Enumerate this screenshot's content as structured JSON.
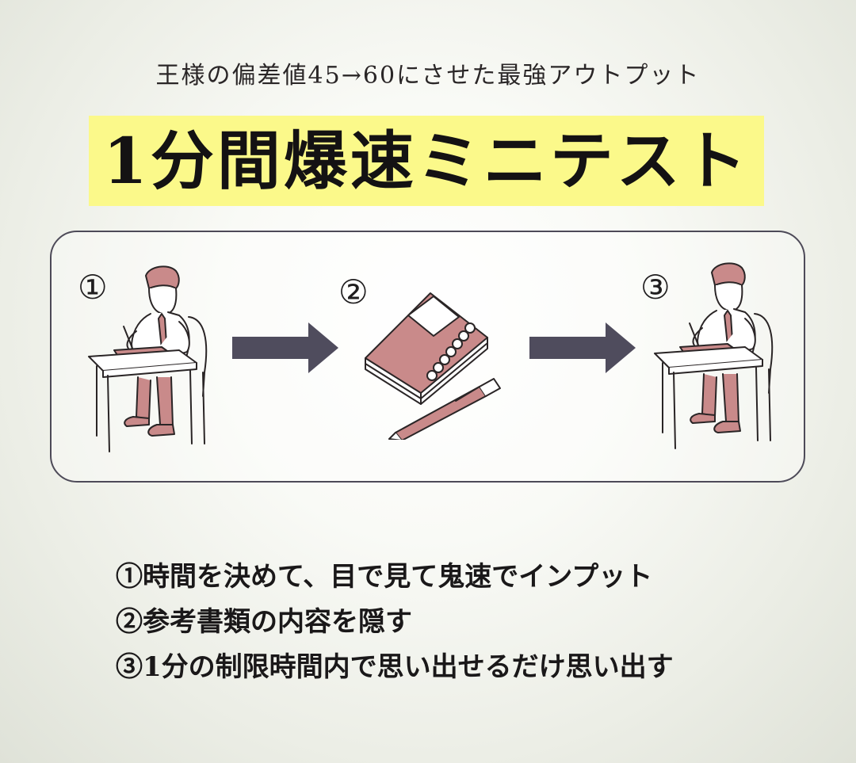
{
  "header": {
    "subtitle": "王様の偏差値45→60にさせた最強アウトプット",
    "title": "1分間爆速ミニテスト"
  },
  "diagram": {
    "step_markers": [
      "①",
      "②",
      "③"
    ],
    "icons": [
      "student-at-desk-icon",
      "notebook-with-pen-icon",
      "student-at-desk-icon"
    ],
    "colors": {
      "accent_red": "#c98a8a",
      "arrow": "#4f4c5d",
      "highlight": "#fbf98a"
    }
  },
  "steps": [
    "①時間を決めて、目で見て鬼速でインプット",
    "②参考書類の内容を隠す",
    "③1分の制限時間内で思い出せるだけ思い出す"
  ]
}
